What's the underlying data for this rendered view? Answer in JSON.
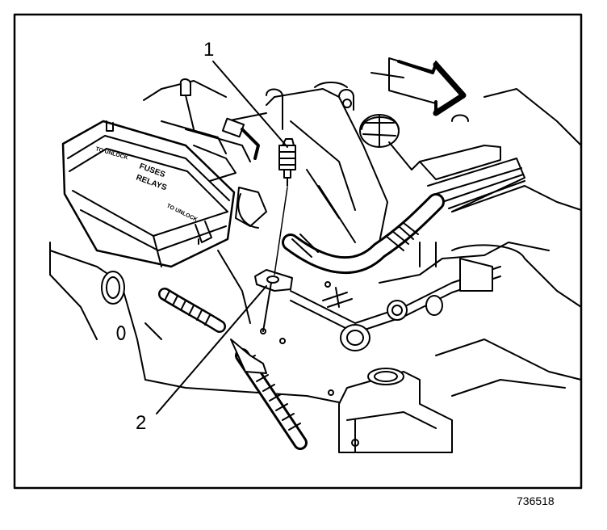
{
  "figure": {
    "id": "736518",
    "callouts": [
      {
        "label": "1",
        "part": "callout-1"
      },
      {
        "label": "2",
        "part": "callout-2"
      }
    ],
    "fuse_box": {
      "title_line1": "FUSES",
      "title_line2": "RELAYS",
      "unlock_top": "TO UNLOCK",
      "unlock_bottom": "TO UNLOCK"
    },
    "colors": {
      "ink": "#000000",
      "paper": "#ffffff"
    }
  }
}
